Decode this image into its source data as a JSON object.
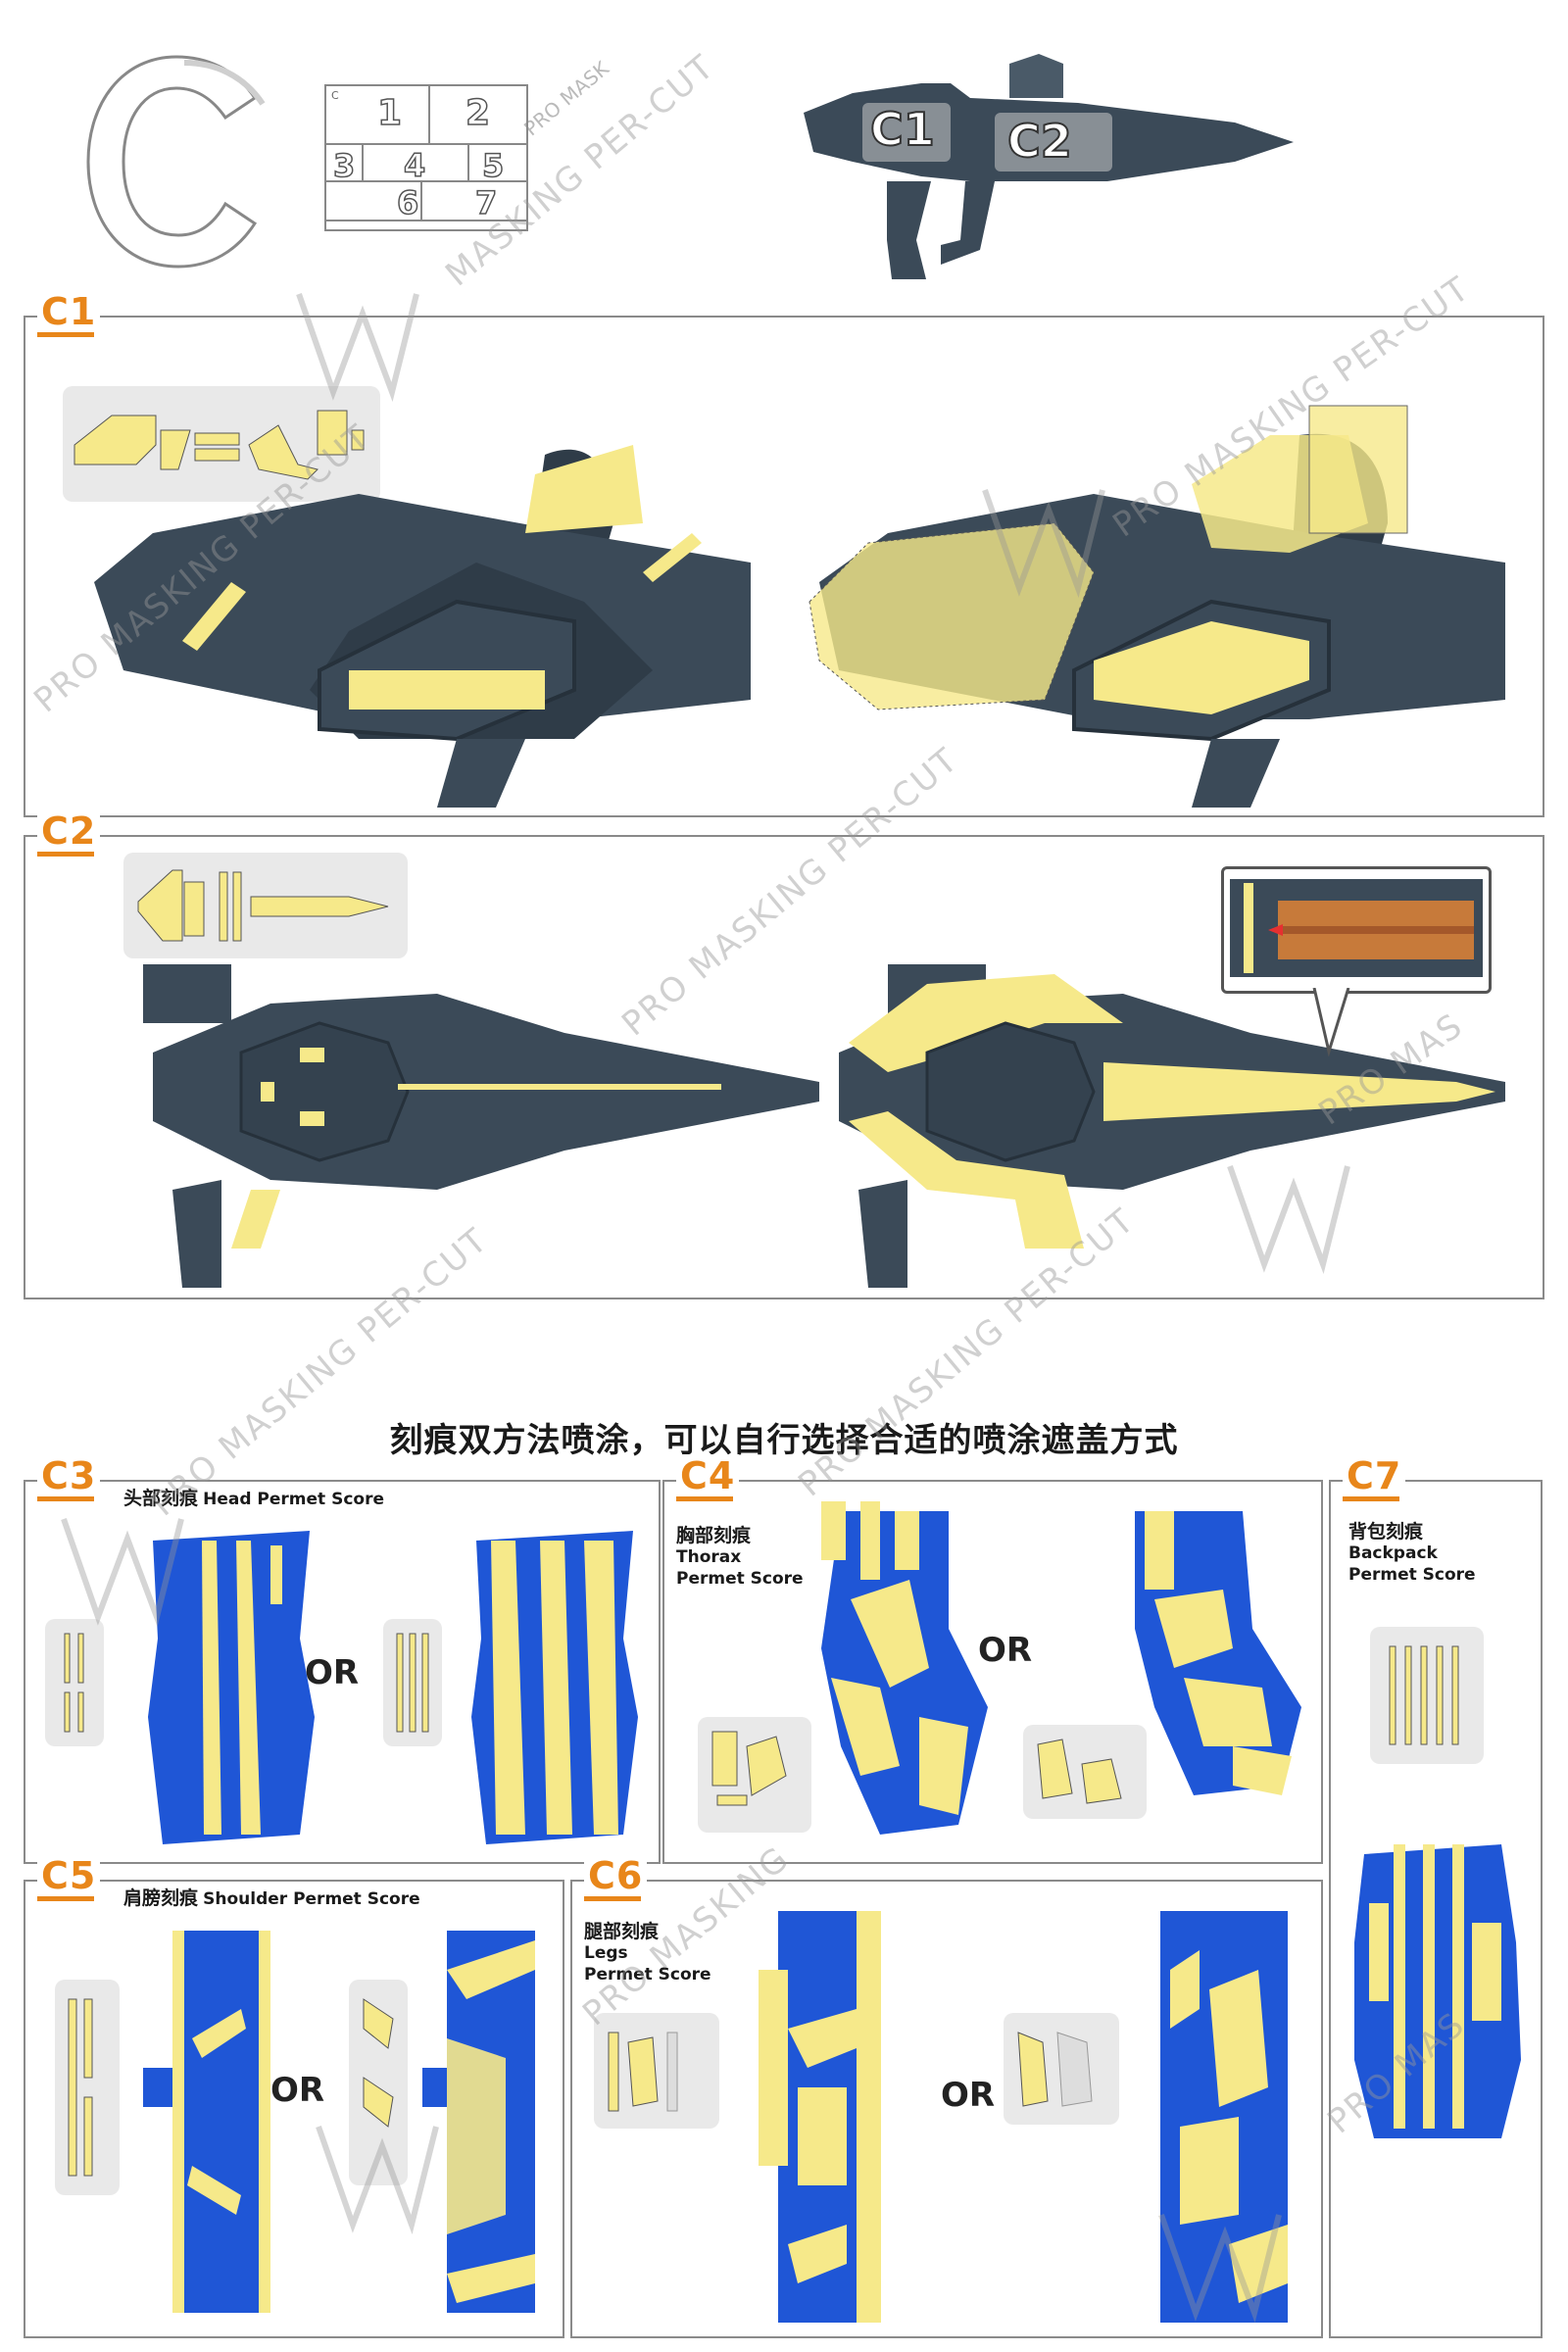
{
  "header": {
    "letter": "C",
    "sheet_cells": [
      "1",
      "2",
      "3",
      "4",
      "5",
      "6",
      "7"
    ],
    "sheet_corner": "C",
    "sheet_watermark": "PRO MASK",
    "callout_c1": "C1",
    "callout_c2": "C2"
  },
  "watermark": {
    "text": "PRO MASKING PER-CUT",
    "text_short": "PRO MASKING",
    "text_mask": "PRO MAS",
    "text_cut": "MASKING PER-CUT"
  },
  "sections": {
    "c1": {
      "label": "C1"
    },
    "c2": {
      "label": "C2"
    },
    "c3": {
      "label": "C3",
      "title_cn": "头部刻痕",
      "title_en": "Head Permet Score"
    },
    "c4": {
      "label": "C4",
      "title_cn": "胸部刻痕",
      "title_en_1": "Thorax",
      "title_en_2": "Permet Score"
    },
    "c5": {
      "label": "C5",
      "title_cn": "肩膀刻痕",
      "title_en": "Shoulder Permet Score"
    },
    "c6": {
      "label": "C6",
      "title_cn": "腿部刻痕",
      "title_en_1": "Legs",
      "title_en_2": "Permet Score"
    },
    "c7": {
      "label": "C7",
      "title_cn": "背包刻痕",
      "title_en_1": "Backpack",
      "title_en_2": "Permet Score"
    }
  },
  "headline": "刻痕双方法喷涂，可以自行选择合适的喷涂遮盖方式",
  "or_label": "OR",
  "colors": {
    "accent_orange": "#e8861a",
    "mask_yellow": "#f6e98a",
    "part_dark": "#3b4a58",
    "part_blue": "#1f56d6",
    "frame_gray": "#8a8a8a"
  }
}
